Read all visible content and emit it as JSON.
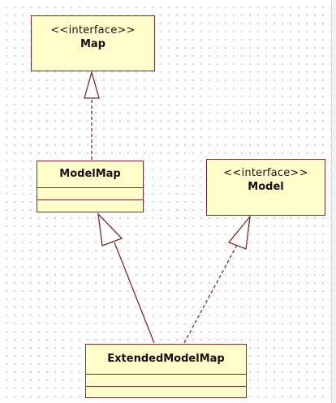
{
  "diagram": {
    "colors": {
      "box_fill": "#ffffcc",
      "box_border": "#7a2a2a",
      "connector": "#7a2a2a",
      "grid_dot": "#c9c9c9"
    },
    "classes": {
      "map": {
        "stereotype": "<<interface>>",
        "name": "Map"
      },
      "model_map": {
        "name": "ModelMap"
      },
      "model": {
        "stereotype": "<<interface>>",
        "name": "Model"
      },
      "extended_model_map": {
        "name": "ExtendedModelMap"
      }
    },
    "relations": [
      {
        "from": "ModelMap",
        "to": "Map",
        "kind": "realization"
      },
      {
        "from": "ExtendedModelMap",
        "to": "ModelMap",
        "kind": "generalization"
      },
      {
        "from": "ExtendedModelMap",
        "to": "Model",
        "kind": "realization"
      }
    ]
  }
}
